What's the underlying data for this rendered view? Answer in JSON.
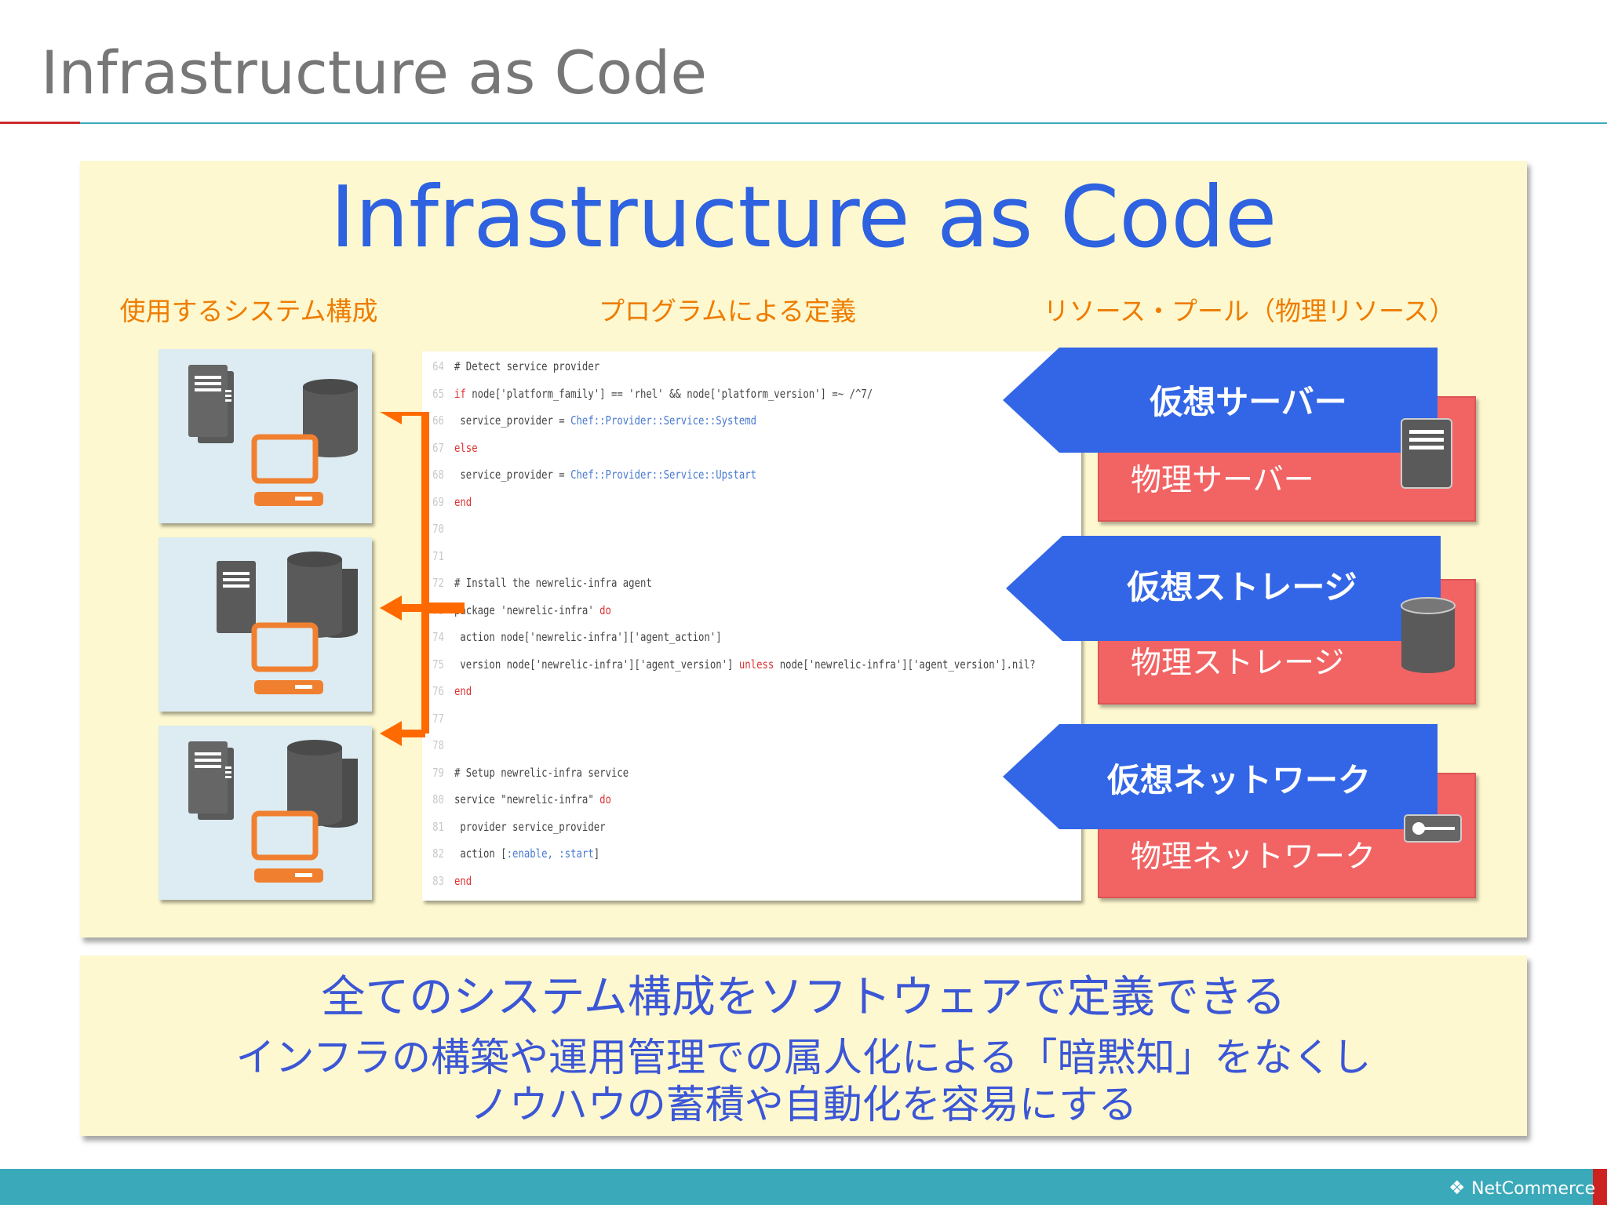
{
  "slide": {
    "title": "Infrastructure as Code",
    "panel_title": "Infrastructure as Code",
    "column_headers": {
      "systems": "使用するシステム構成",
      "program": "プログラムによる定義",
      "resources": "リソース・プール（物理リソース）"
    },
    "code_lines": [
      {
        "ln": "64",
        "parts": [
          {
            "t": "# Detect service provider",
            "c": ""
          }
        ]
      },
      {
        "ln": "65",
        "parts": [
          {
            "t": "if ",
            "c": "kw"
          },
          {
            "t": "node['platform_family'] == 'rhel' && node['platform_version'] =~ /^7/",
            "c": ""
          }
        ]
      },
      {
        "ln": "66",
        "parts": [
          {
            "t": "  service_provider = ",
            "c": ""
          },
          {
            "t": "Chef::Provider::Service::Systemd",
            "c": "cls"
          }
        ]
      },
      {
        "ln": "67",
        "parts": [
          {
            "t": "else",
            "c": "kw"
          }
        ]
      },
      {
        "ln": "68",
        "parts": [
          {
            "t": "  service_provider = ",
            "c": ""
          },
          {
            "t": "Chef::Provider::Service::Upstart",
            "c": "cls"
          }
        ]
      },
      {
        "ln": "69",
        "parts": [
          {
            "t": "end",
            "c": "kw"
          }
        ]
      },
      {
        "ln": "70",
        "parts": []
      },
      {
        "ln": "71",
        "parts": []
      },
      {
        "ln": "72",
        "parts": [
          {
            "t": "# Install the newrelic-infra agent",
            "c": ""
          }
        ]
      },
      {
        "ln": "73",
        "parts": [
          {
            "t": "package 'newrelic-infra' ",
            "c": ""
          },
          {
            "t": "do",
            "c": "kw"
          }
        ]
      },
      {
        "ln": "74",
        "parts": [
          {
            "t": "  action node['newrelic-infra']['agent_action']",
            "c": ""
          }
        ]
      },
      {
        "ln": "75",
        "parts": [
          {
            "t": "  version node['newrelic-infra']['agent_version'] ",
            "c": ""
          },
          {
            "t": "unless",
            "c": "kw"
          },
          {
            "t": " node['newrelic-infra']['agent_version'].nil?",
            "c": ""
          }
        ]
      },
      {
        "ln": "76",
        "parts": [
          {
            "t": "end",
            "c": "kw"
          }
        ]
      },
      {
        "ln": "77",
        "parts": []
      },
      {
        "ln": "78",
        "parts": []
      },
      {
        "ln": "79",
        "parts": [
          {
            "t": "# Setup newrelic-infra service",
            "c": ""
          }
        ]
      },
      {
        "ln": "80",
        "parts": [
          {
            "t": "service \"newrelic-infra\" ",
            "c": ""
          },
          {
            "t": "do",
            "c": "kw"
          }
        ]
      },
      {
        "ln": "81",
        "parts": [
          {
            "t": "  provider service_provider",
            "c": ""
          }
        ]
      },
      {
        "ln": "82",
        "parts": [
          {
            "t": "  action [",
            "c": ""
          },
          {
            "t": ":enable, :start",
            "c": "cls"
          },
          {
            "t": "]",
            "c": ""
          }
        ]
      },
      {
        "ln": "83",
        "parts": [
          {
            "t": "end",
            "c": "kw"
          }
        ]
      }
    ],
    "resources": [
      {
        "virtual": "仮想サーバー",
        "physical": "物理サーバー",
        "icon": "server-icon"
      },
      {
        "virtual": "仮想ストレージ",
        "physical": "物理ストレージ",
        "icon": "storage-icon"
      },
      {
        "virtual": "仮想ネットワーク",
        "physical": "物理ネットワーク",
        "icon": "network-switch-icon"
      }
    ],
    "bottom": {
      "line1": "全てのシステム構成をソフトウェアで定義できる",
      "line2": "インフラの構築や運用管理での属人化による「暗黙知」をなくし",
      "line3": "ノウハウの蓄積や自動化を容易にする"
    },
    "footer_logo": "NetCommerce",
    "colors": {
      "accent_blue": "#2e62e0",
      "orange": "#ee7c00",
      "arrow_orange": "#ff6a00",
      "physical_red": "#f26464",
      "teal": "#3aa9ba",
      "panel_yellow": "#fdf8cf"
    }
  }
}
